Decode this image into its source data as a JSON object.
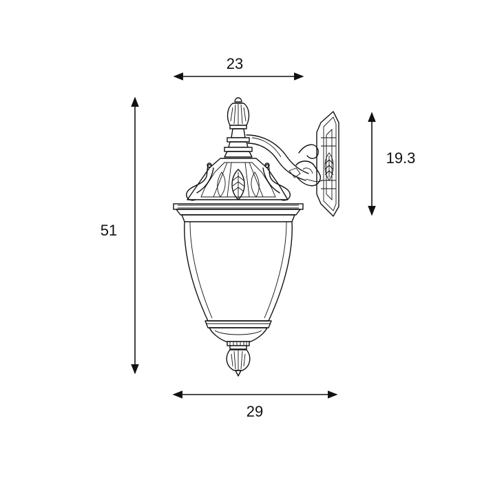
{
  "dimensions": {
    "top_width": "23",
    "bottom_width": "29",
    "total_height": "51",
    "bracket_height": "19.3"
  },
  "colors": {
    "ink": "#111111",
    "background": "#ffffff"
  }
}
